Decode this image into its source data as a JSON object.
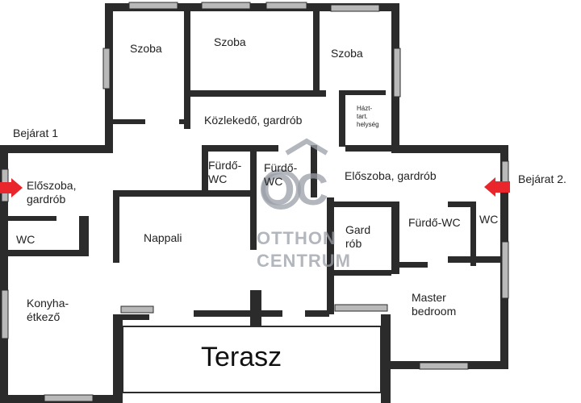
{
  "entrances": {
    "entrance_1": "Bejárat 1",
    "entrance_2": "Bejárat 2."
  },
  "rooms": {
    "szoba_1": "Szoba",
    "szoba_2": "Szoba",
    "szoba_3": "Szoba",
    "hallway": "Közlekedő, gardrób",
    "storage": "Házt-\ntart.\nhelység",
    "bath_1": "Fürdő-\nWC",
    "bath_2": "Fürdő-\nWC",
    "hall_right": "Előszoba, gardrób",
    "hall_left": "Előszoba,\ngardrób",
    "wc_left": "WC",
    "living": "Nappali",
    "gard": "Gard\nrób",
    "bath_master": "Fürdő-WC",
    "wc_right": "WC",
    "kitchen": "Konyha-\nétkező",
    "master": "Master\nbedroom",
    "terrace": "Terasz"
  },
  "watermark": {
    "logo_letters": "OC",
    "line1": "OTTHON",
    "line2": "CENTRUM"
  },
  "colors": {
    "wall": "#2b2b2b",
    "arrow": "#e8262b",
    "window": "#b9b9b9"
  }
}
